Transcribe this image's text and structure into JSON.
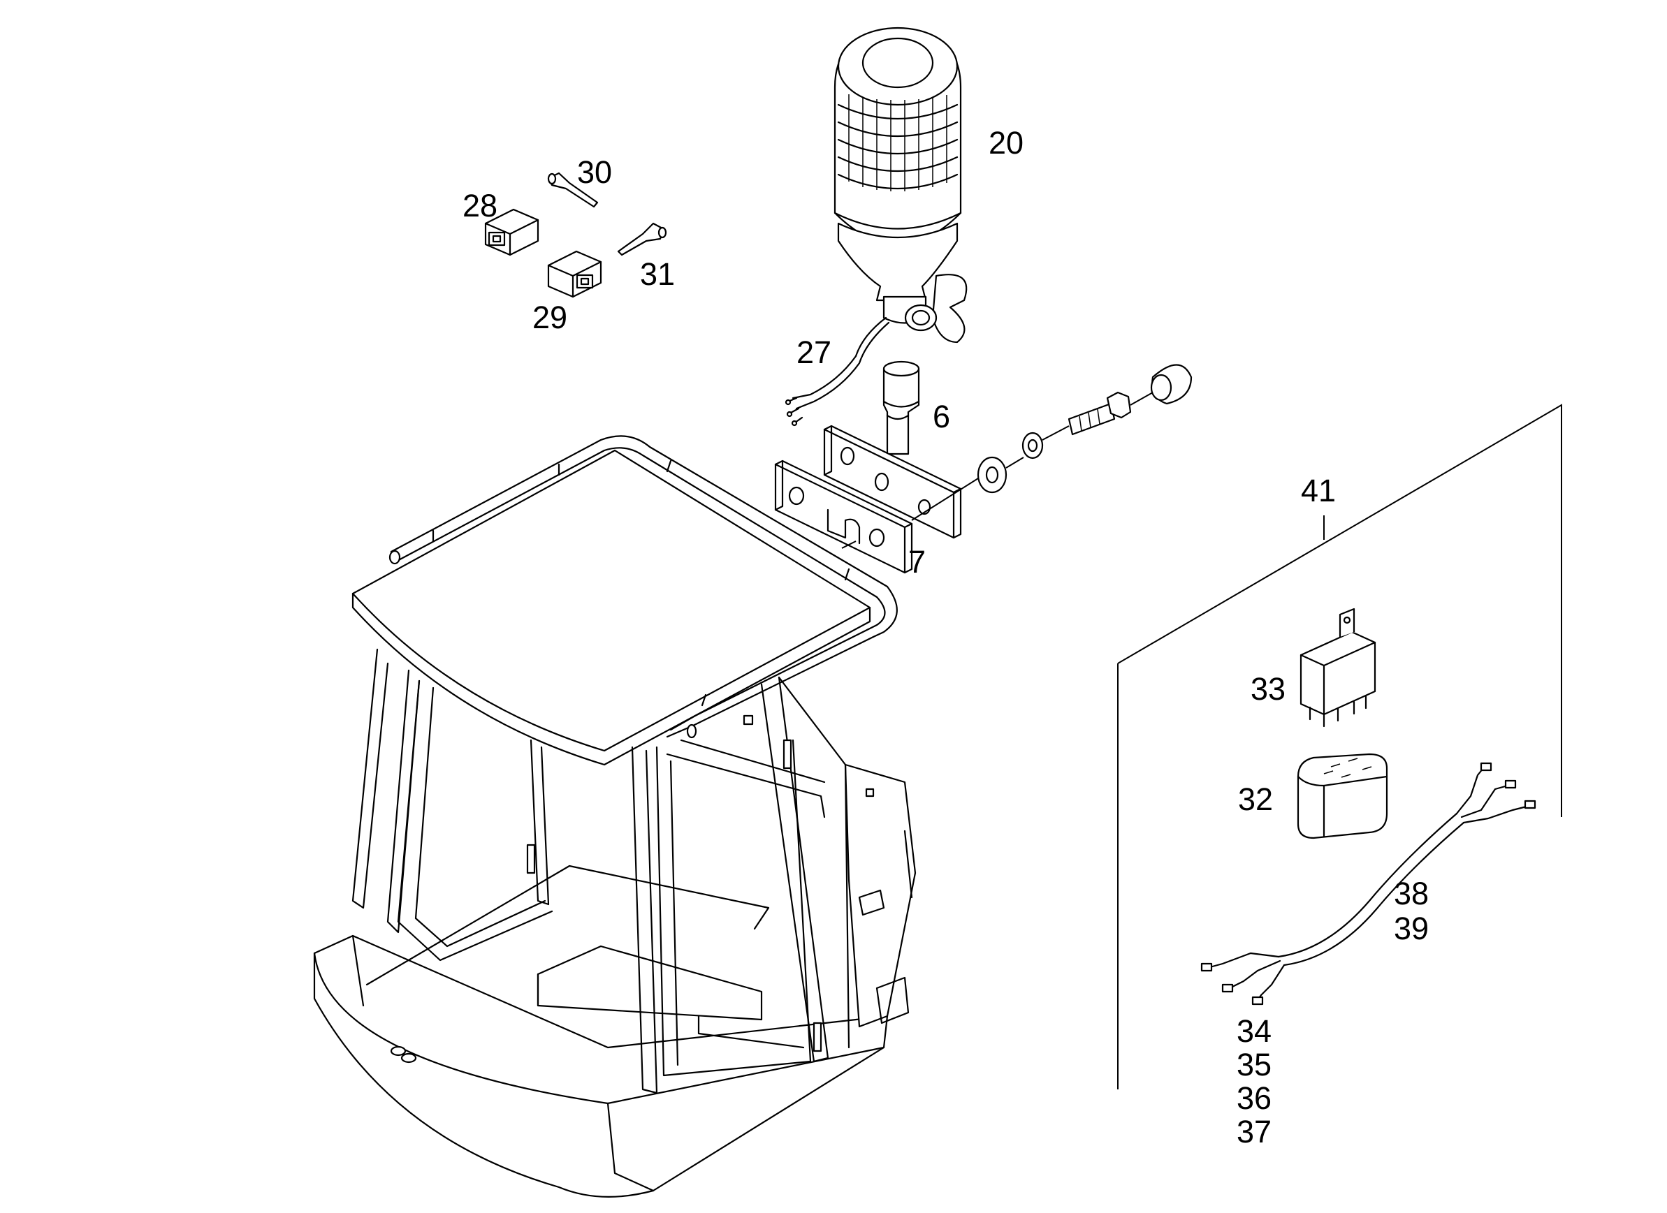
{
  "parts": [
    {
      "id": "20",
      "label": "20",
      "name": "beacon-lamp"
    },
    {
      "id": "30",
      "label": "30",
      "name": "contact-pin"
    },
    {
      "id": "28",
      "label": "28",
      "name": "connector-housing"
    },
    {
      "id": "31",
      "label": "31",
      "name": "contact-pin"
    },
    {
      "id": "29",
      "label": "29",
      "name": "connector-housing"
    },
    {
      "id": "27",
      "label": "27",
      "name": "beacon-cable"
    },
    {
      "id": "6",
      "label": "6",
      "name": "beacon-post"
    },
    {
      "id": "7",
      "label": "7",
      "name": "mounting-bracket"
    },
    {
      "id": "41",
      "label": "41",
      "name": "electrical-kit"
    },
    {
      "id": "33",
      "label": "33",
      "name": "relay"
    },
    {
      "id": "32",
      "label": "32",
      "name": "relay-socket"
    },
    {
      "id": "38",
      "label": "38",
      "name": "wiring-harness"
    },
    {
      "id": "39",
      "label": "39",
      "name": "wiring-harness"
    },
    {
      "id": "34",
      "label": "34",
      "name": "wiring-harness-variant"
    },
    {
      "id": "35",
      "label": "35",
      "name": "wiring-harness-variant"
    },
    {
      "id": "36",
      "label": "36",
      "name": "wiring-harness-variant"
    },
    {
      "id": "37",
      "label": "37",
      "name": "wiring-harness-variant"
    }
  ]
}
